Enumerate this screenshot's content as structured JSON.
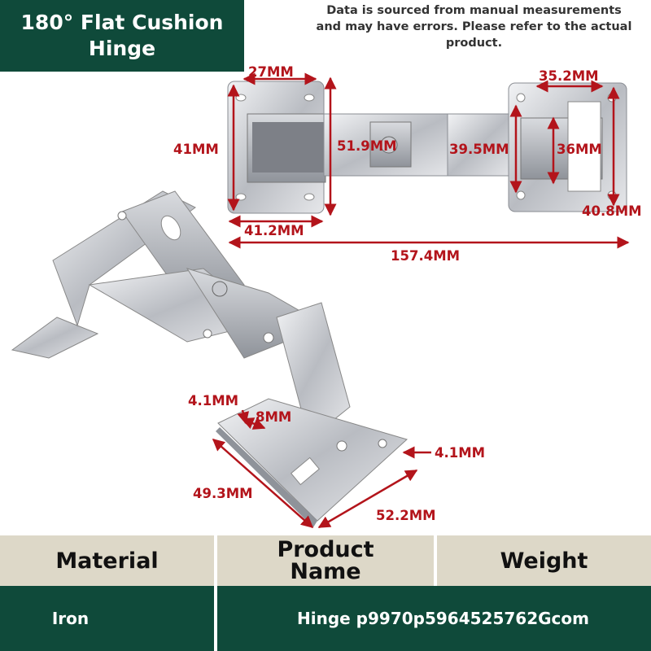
{
  "title": "180° Flat Cushion Hinge",
  "disclaimer": "Data is sourced from manual measurements and may have errors. Please refer to the actual product.",
  "dimensions": {
    "top_left_width": "27MM",
    "left_height": "41MM",
    "center_height": "51.9MM",
    "bottom_left_width": "41.2MM",
    "total_length": "157.4MM",
    "right_top_width": "35.2MM",
    "right_inner_height": "39.5MM",
    "right_height": "36MM",
    "right_outer_height": "40.8MM",
    "hole_offset": "4.1MM",
    "slot_width": "8MM",
    "right_hole_offset": "4.1MM",
    "plate_length": "49.3MM",
    "plate_width": "52.2MM"
  },
  "table": {
    "headers": [
      "Material",
      "Product Name",
      "Weight"
    ],
    "values": [
      "Iron",
      "Hinge p9970p5964525762Gcom",
      ""
    ]
  },
  "colors": {
    "brand_green": "#0f4a3a",
    "header_beige": "#ddd8c8",
    "dimension_red": "#b3141b"
  }
}
